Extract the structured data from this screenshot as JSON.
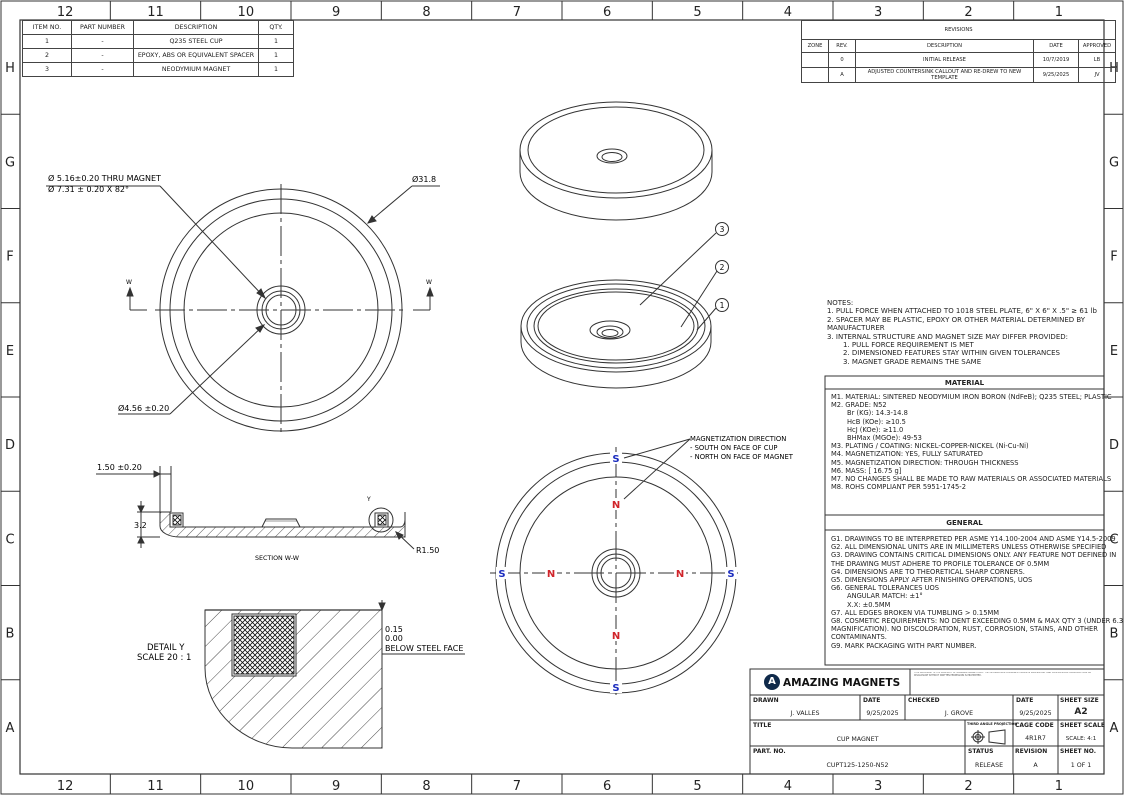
{
  "border": {
    "cols_top": [
      "12",
      "11",
      "10",
      "9",
      "8",
      "7",
      "6",
      "5",
      "4",
      "3",
      "2",
      "1"
    ],
    "rows_side": [
      "H",
      "G",
      "F",
      "E",
      "D",
      "C",
      "B",
      "A"
    ]
  },
  "bom": {
    "headers": [
      "ITEM NO.",
      "PART NUMBER",
      "DESCRIPTION",
      "QTY."
    ],
    "rows": [
      [
        "1",
        "-",
        "Q235 STEEL CUP",
        "1"
      ],
      [
        "2",
        "-",
        "EPOXY, ABS OR EQUIVALENT SPACER",
        "1"
      ],
      [
        "3",
        "-",
        "NEODYMIUM MAGNET",
        "1"
      ]
    ]
  },
  "revisions": {
    "title": "REVISIONS",
    "headers": [
      "ZONE",
      "REV.",
      "DESCRIPTION",
      "DATE",
      "APPROVED"
    ],
    "rows": [
      [
        "",
        "0",
        "INITIAL RELEASE",
        "10/7/2019",
        "LB"
      ],
      [
        "",
        "A",
        "ADJUSTED COUNTERSINK CALLOUT AND RE-DREW TO NEW TEMPLATE",
        "9/25/2025",
        "JV"
      ]
    ]
  },
  "front_view": {
    "callout_thru_line1": "Ø 5.16±0.20 THRU MAGNET",
    "callout_thru_line2": "Ø 7.31 ± 0.20 X 82°",
    "outer_dia": "Ø31.8",
    "inner_dia": "Ø4.56 ±0.20",
    "section_mark": "W"
  },
  "section_view": {
    "dim_lip": "1.50 ±0.20",
    "dim_height": "3.2",
    "radius": "R1.50",
    "detail_mark": "Y",
    "label": "SECTION W-W"
  },
  "detail_view": {
    "title_line1": "DETAIL Y",
    "title_line2": "SCALE 20 : 1",
    "dim_line1": "0.15",
    "dim_line2": "0.00",
    "dim_line3": "BELOW STEEL FACE"
  },
  "iso_balloons": [
    "3",
    "2",
    "1"
  ],
  "magnetization": {
    "title": "MAGNETIZATION DIRECTION",
    "line1": "- SOUTH ON FACE OF CUP",
    "line2": "- NORTH ON FACE OF MAGNET",
    "pole_s": "S",
    "pole_n": "N",
    "s_color": "#1c2dbf",
    "n_color": "#d0242a"
  },
  "notes": {
    "title": "NOTES:",
    "lines": [
      "1. PULL FORCE WHEN ATTACHED TO 1018 STEEL PLATE, 6\" X 6\" X .5\" ≥ 61 lb",
      "2. SPACER MAY BE PLASTIC, EPOXY OR OTHER MATERIAL DETERMINED BY",
      "MANUFACTURER",
      "3. INTERNAL STRUCTURE AND MAGNET SIZE MAY DIFFER PROVIDED:"
    ],
    "sub": [
      "1. PULL FORCE REQUIREMENT IS MET",
      "2. DIMENSIONED FEATURES STAY WITHIN GIVEN TOLERANCES",
      "3. MAGNET GRADE REMAINS THE SAME"
    ]
  },
  "material": {
    "title": "MATERIAL",
    "lines": [
      "M1. MATERIAL: SINTERED NEODYMIUM IRON BORON (NdFeB); Q235 STEEL; PLASTIC",
      "M2. GRADE: N52"
    ],
    "props": [
      "Br (KG): 14.3-14.8",
      "HcB (KOe): ≥10.5",
      "HcJ (KOe): ≥11.0",
      "BHMax (MGOe): 49-53"
    ],
    "lines2": [
      "M3. PLATING / COATING: NICKEL-COPPER-NICKEL (Ni-Cu-Ni)",
      "M4. MAGNETIZATION: YES, FULLY SATURATED",
      "M5. MAGNETIZATION DIRECTION: THROUGH THICKNESS",
      "M6. MASS: [ 16.75 g]",
      "M7. NO CHANGES SHALL BE MADE TO RAW MATERIALS OR ASSOCIATED MATERIALS",
      "M8. ROHS COMPLIANT PER 5951-1745-2"
    ]
  },
  "general": {
    "title": "GENERAL",
    "lines": [
      "G1. DRAWINGS TO BE INTERPRETED PER ASME Y14.100-2004 AND ASME Y14.5-2009",
      "G2. ALL DIMENSIONAL UNITS ARE IN MILLIMETERS UNLESS OTHERWISE SPECIFIED",
      "G3. DRAWING CONTAINS CRITICAL DIMENSIONS ONLY. ANY FEATURE NOT DEFINED IN",
      "THE DRAWING MUST ADHERE TO PROFILE TOLERANCE OF 0.5MM",
      "G4. DIMENSIONS ARE TO THEORETICAL SHARP CORNERS.",
      "G5. DIMENSIONS APPLY AFTER FINISHING OPERATIONS, UOS",
      "G6. GENERAL TOLERANCES UOS"
    ],
    "tol": [
      "ANGULAR MATCH: ±1°",
      "X.X:  ±0.5MM"
    ],
    "lines2": [
      "G7. ALL EDGES BROKEN VIA TUMBLING > 0.15MM",
      "G8. COSMETIC REQUIREMENTS: NO DENT EXCEEDING 0.5MM & MAX QTY 3 (UNDER 6.3",
      "MAGNIFICATION). NO DISCOLORATION, RUST, CORROSION, STAINS, AND OTHER",
      "CONTAMINANTS.",
      "G9. MARK PACKAGING WITH PART NUMBER."
    ]
  },
  "title_block": {
    "company": "AMAZING MAGNETS",
    "logo_letter": "A",
    "fineprint": "THIS DOCUMENT IS THE PROPERTY OF AMAZING MAGNETS LLC. THE INFORMATION CONTAINED HEREIN IS PROPRIETARY AND CONFIDENTIAL. REPRODUCTION OR DISCLOSURE WITHOUT WRITTEN PERMISSION IS PROHIBITED.",
    "drawn_label": "DRAWN",
    "drawn_value": "J. VALLES",
    "date_label": "DATE",
    "date_value": "9/25/2025",
    "checked_label": "CHECKED",
    "checked_value": "J. GROVE",
    "date2_label": "DATE",
    "date2_value": "9/25/2025",
    "sheet_size_label": "SHEET SIZE",
    "sheet_size_value": "A2",
    "title_label": "TITLE",
    "title_value": "CUP MAGNET",
    "projection_label": "THIRD ANGLE PROJECTION",
    "cage_label": "CAGE CODE",
    "cage_value": "4R1R7",
    "scale_label": "SHEET SCALE",
    "scale_value": "SCALE: 4:1",
    "part_label": "PART. NO.",
    "part_value": "CUPT125-1250-N52",
    "status_label": "STATUS",
    "status_value": "RELEASE",
    "revision_label": "REVISION",
    "revision_value": "A",
    "sheetno_label": "SHEET NO.",
    "sheetno_value": "1 OF 1"
  }
}
